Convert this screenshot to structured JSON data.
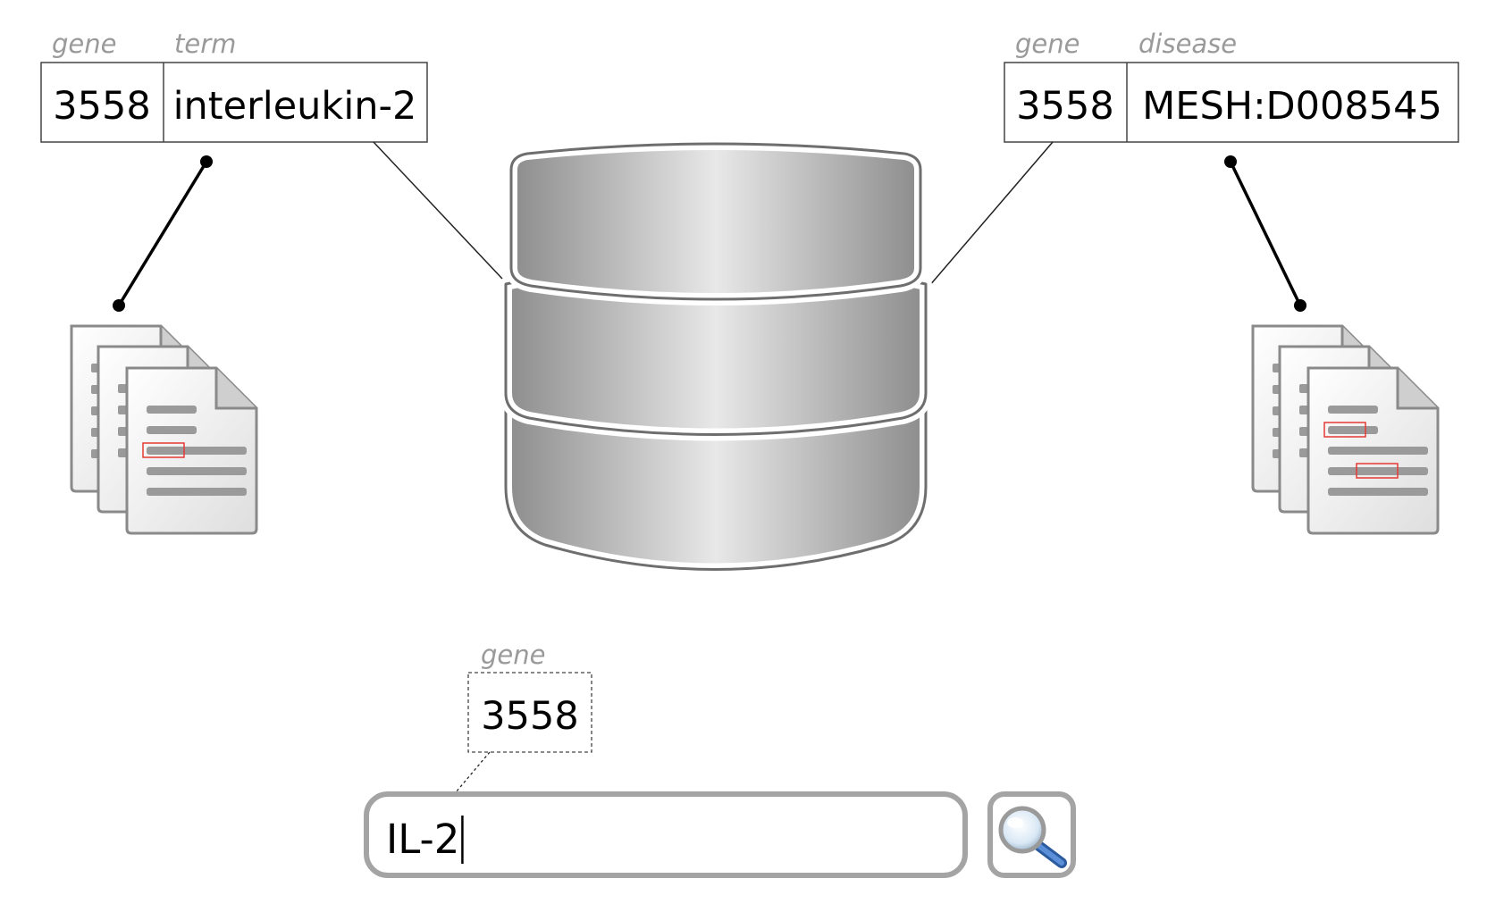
{
  "left_record": {
    "headers": [
      "gene",
      "term"
    ],
    "values": [
      "3558",
      "interleukin-2"
    ]
  },
  "right_record": {
    "headers": [
      "gene",
      "disease"
    ],
    "values": [
      "3558",
      "MESH:D008545"
    ]
  },
  "query_result": {
    "header": "gene",
    "value": "3558"
  },
  "search": {
    "value": "IL-2"
  },
  "icons": {
    "database": "database-icon",
    "left_documents": "document-stack-icon",
    "right_documents": "document-stack-icon",
    "search_button": "magnifier-icon"
  },
  "colors": {
    "header_text": "#9a9a9a",
    "highlight": "#e53935",
    "lens_blue": "#3d74c4"
  }
}
